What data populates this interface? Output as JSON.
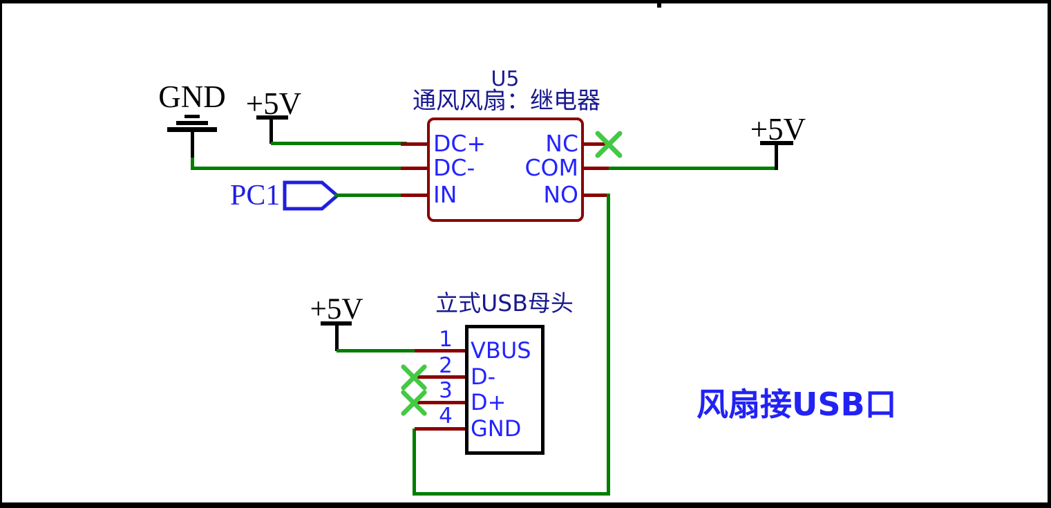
{
  "colors": {
    "wire": "#007E00",
    "pin": "#8B0000",
    "no_connect": "#44C944",
    "pin_text": "#2323FF",
    "name_text": "#19198F",
    "flag": "#1F1FE0",
    "annotation": "#2222F5",
    "symbol": "#000000"
  },
  "relay": {
    "refdes": "U5",
    "name": "通风风扇：继电器",
    "left_pins": [
      "DC+",
      "DC-",
      "IN"
    ],
    "right_pins": [
      "NC",
      "COM",
      "NO"
    ]
  },
  "usb": {
    "name": "立式USB母头",
    "pin_numbers": [
      "1",
      "2",
      "3",
      "4"
    ],
    "pin_labels": [
      "VBUS",
      "D-",
      "D+",
      "GND"
    ]
  },
  "nets": {
    "gnd": "GND",
    "vcc_left": "+5V",
    "vcc_right": "+5V",
    "vcc_usb": "+5V",
    "input_port": "PC1"
  },
  "annotation": "风扇接USB口"
}
